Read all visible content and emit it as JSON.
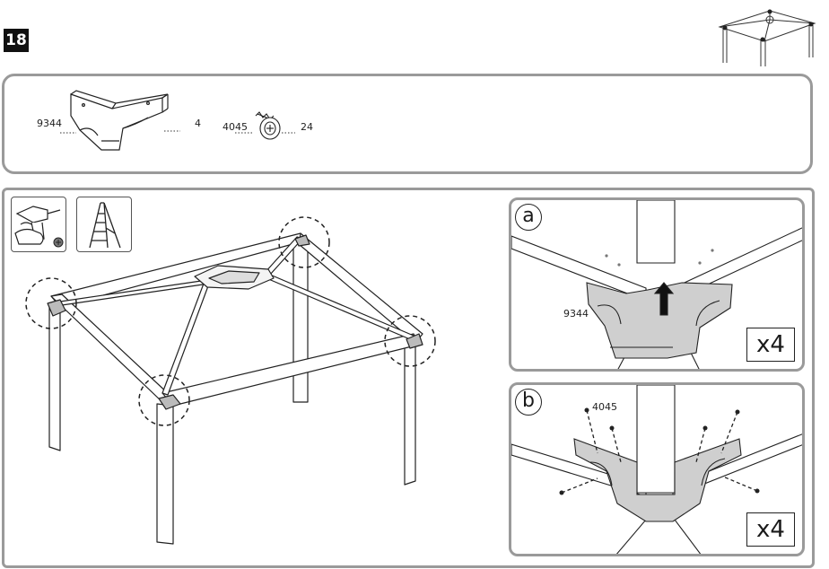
{
  "step": {
    "number": "18"
  },
  "parts": {
    "bracket": {
      "code": "9344",
      "quantity": "4"
    },
    "screw": {
      "code": "4045",
      "quantity": "24"
    }
  },
  "tools": [
    {
      "icon": "power-drill-icon"
    },
    {
      "icon": "ladder-icon"
    }
  ],
  "details": {
    "a": {
      "letter": "a",
      "part_code": "9344",
      "multiplier": "x4"
    },
    "b": {
      "letter": "b",
      "part_code": "4045",
      "multiplier": "x4"
    }
  },
  "colors": {
    "part_fill": "#cfcfcf",
    "panel_border": "#9a9a9a",
    "line": "#1a1a1a"
  }
}
